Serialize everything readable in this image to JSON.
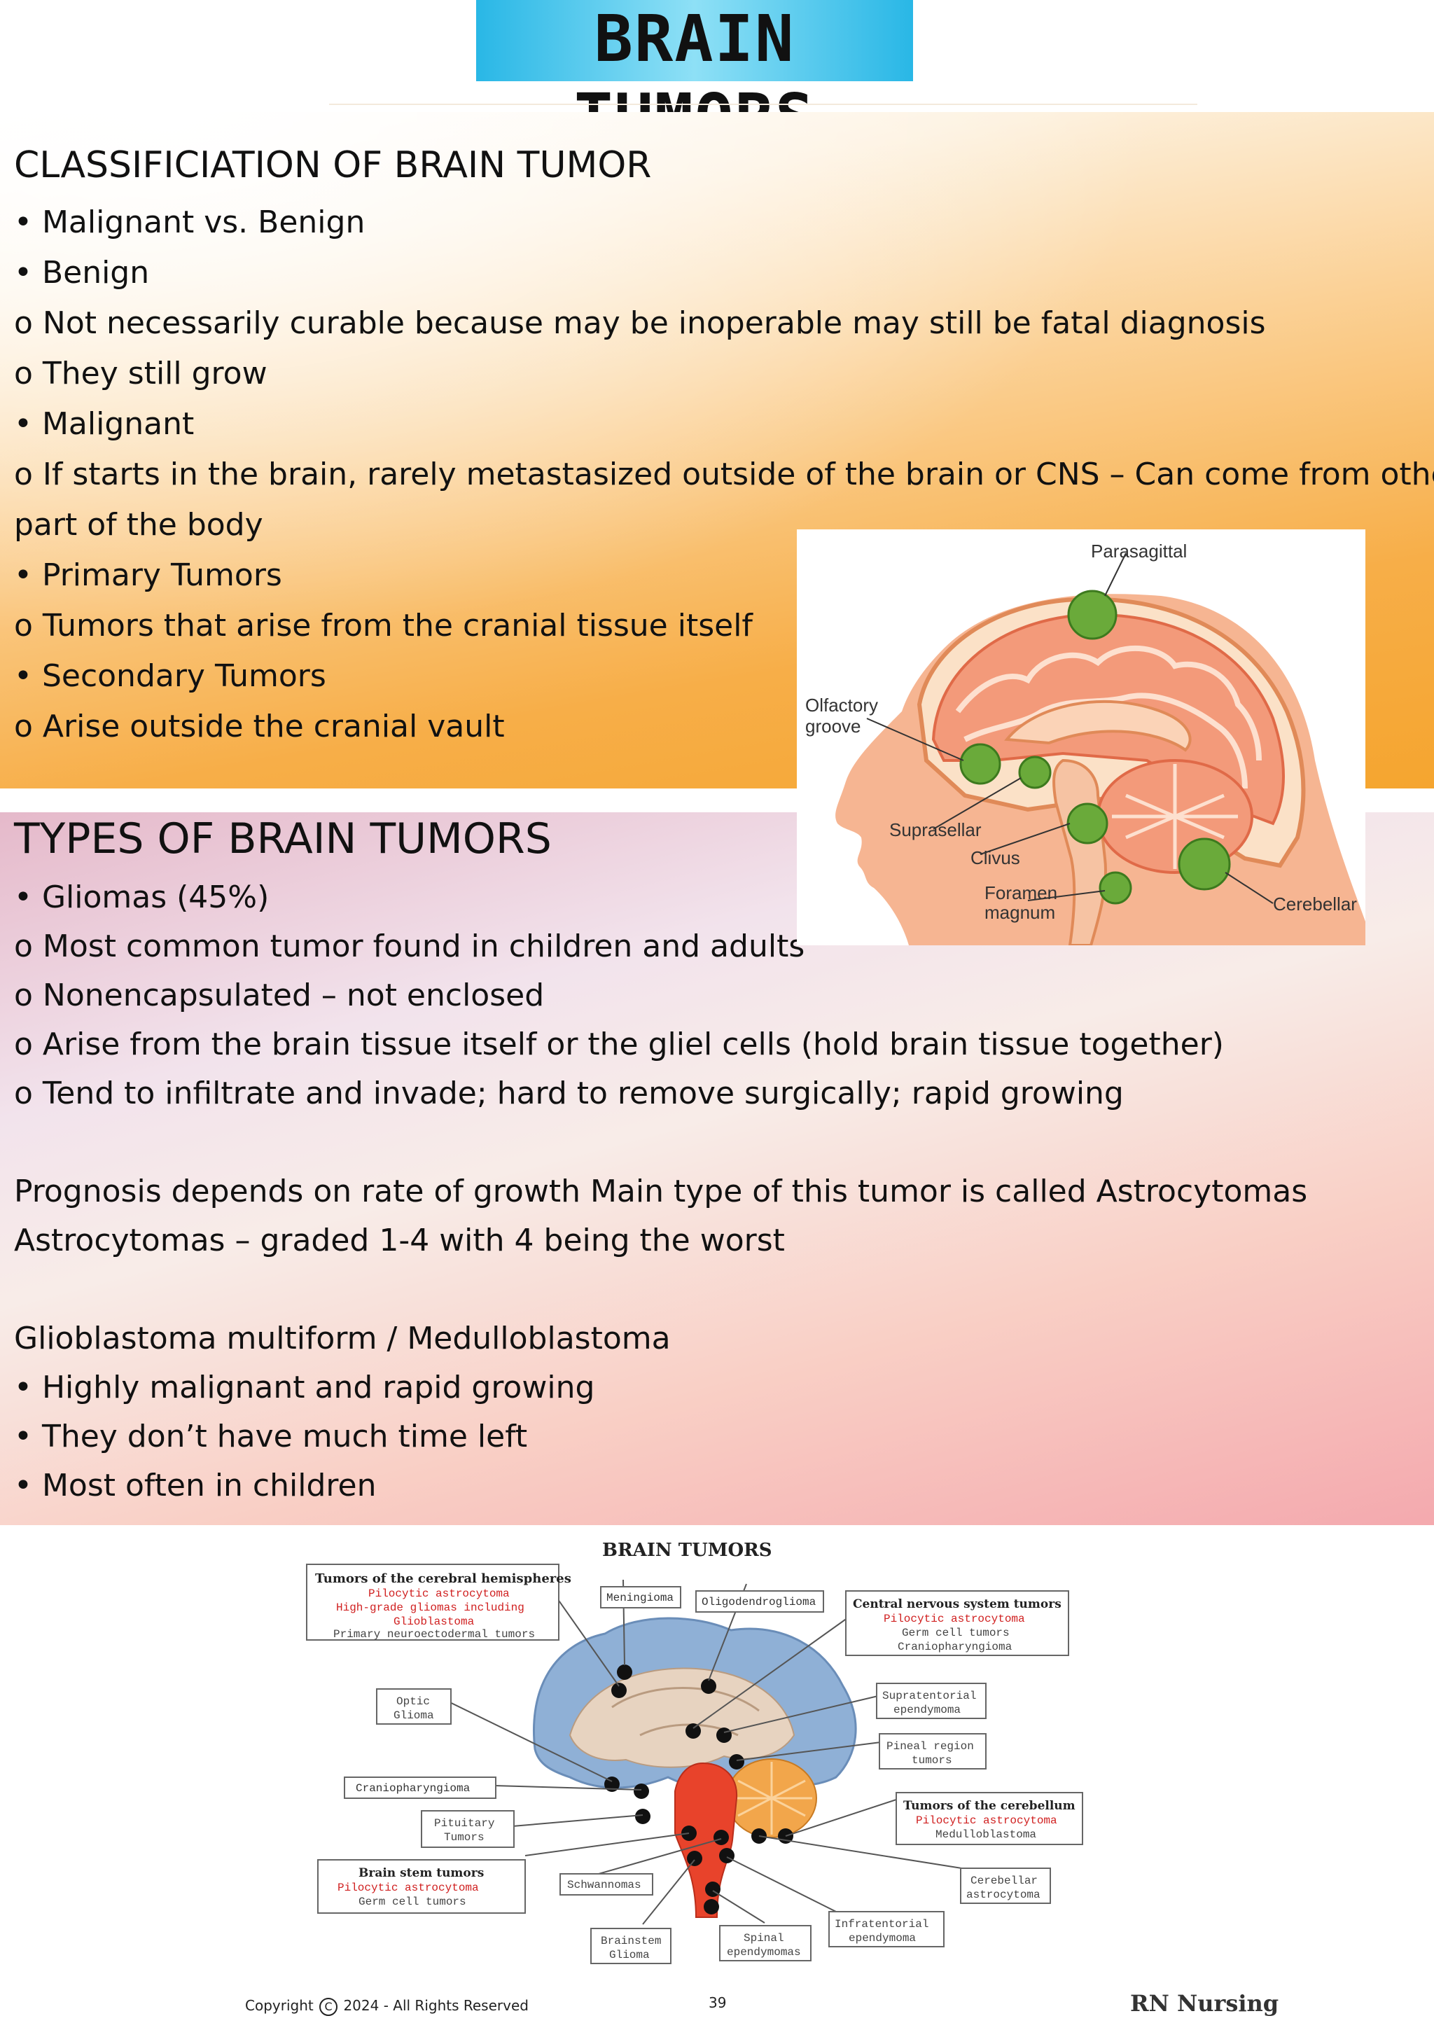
{
  "title": "BRAIN TUMORS",
  "section1": {
    "heading": "CLASSIFICIATION OF BRAIN TUMOR",
    "lines": [
      "• Malignant vs. Benign",
      "• Benign",
      "o Not necessarily curable because may be inoperable may still be fatal diagnosis",
      "o They still grow",
      "• Malignant",
      "o If starts in the brain, rarely metastasized outside of the brain or CNS – Can come from other",
      "part of the body",
      "• Primary Tumors",
      "o Tumors that arise from the cranial tissue itself",
      "• Secondary Tumors",
      "o Arise outside the cranial vault"
    ]
  },
  "section2": {
    "heading": "TYPES OF BRAIN TUMORS",
    "lines": [
      "• Gliomas (45%)",
      "o Most common tumor found in children and adults",
      "o Nonencapsulated – not enclosed",
      "o Arise from the brain tissue itself or the gliel cells (hold brain tissue together)",
      "o Tend to infiltrate and invade; hard to remove surgically; rapid growing",
      "Prognosis depends on rate of growth Main type of this tumor is called Astrocytomas",
      "Astrocytomas – graded 1-4 with 4 being the worst",
      "Glioblastoma multiform / Medulloblastoma",
      "• Highly malignant and rapid growing",
      "• They don’t have much time left",
      "• Most often in children"
    ]
  },
  "figure1": {
    "labels": {
      "parasagittal": "Parasagittal",
      "olfactory1": "Olfactory",
      "olfactory2": "groove",
      "suprasellar": "Suprasellar",
      "clivus": "Clivus",
      "foramen1": "Foramen",
      "foramen2": "magnum",
      "cerebellar": "Cerebellar"
    }
  },
  "figure2": {
    "title": "BRAIN TUMORS",
    "hemispheres": {
      "title": "Tumors of the cerebral hemispheres",
      "l1": "Pilocytic astrocytoma",
      "l2": "High-grade gliomas including",
      "l3": "Glioblastoma",
      "l4": "Primary neuroectodermal tumors"
    },
    "meningioma": "Meningioma",
    "oligo": "Oligodendroglioma",
    "cns": {
      "title": "Central nervous system tumors",
      "l1": "Pilocytic astrocytoma",
      "l2": "Germ cell tumors",
      "l3": "Craniopharyngioma"
    },
    "optic": {
      "l1": "Optic",
      "l2": "Glioma"
    },
    "supratentorial": {
      "l1": "Supratentorial",
      "l2": "ependymoma"
    },
    "pineal": {
      "l1": "Pineal region",
      "l2": "tumors"
    },
    "cranio": "Craniopharyngioma",
    "cerebellum": {
      "title": "Tumors of the cerebellum",
      "l1": "Pilocytic astrocytoma",
      "l2": "Medulloblastoma"
    },
    "pituitary": {
      "l1": "Pituitary",
      "l2": "Tumors"
    },
    "brainstem": {
      "title": "Brain stem tumors",
      "l1": "Pilocytic astrocytoma",
      "l2": "Germ cell tumors"
    },
    "schwannomas": "Schwannomas",
    "cerebellar_astro": {
      "l1": "Cerebellar",
      "l2": "astrocytoma"
    },
    "infratentorial": {
      "l1": "Infratentorial",
      "l2": "ependymoma"
    },
    "brainstem_glioma": {
      "l1": "Brainstem",
      "l2": "Glioma"
    },
    "spinal": {
      "l1": "Spinal",
      "l2": "ependymomas"
    }
  },
  "footer": {
    "copyright_prefix": "Copyright",
    "copyright_symbol": "C",
    "copyright_suffix": "2024 - All Rights Reserved",
    "page": "39",
    "brand": "RN Nursing"
  }
}
